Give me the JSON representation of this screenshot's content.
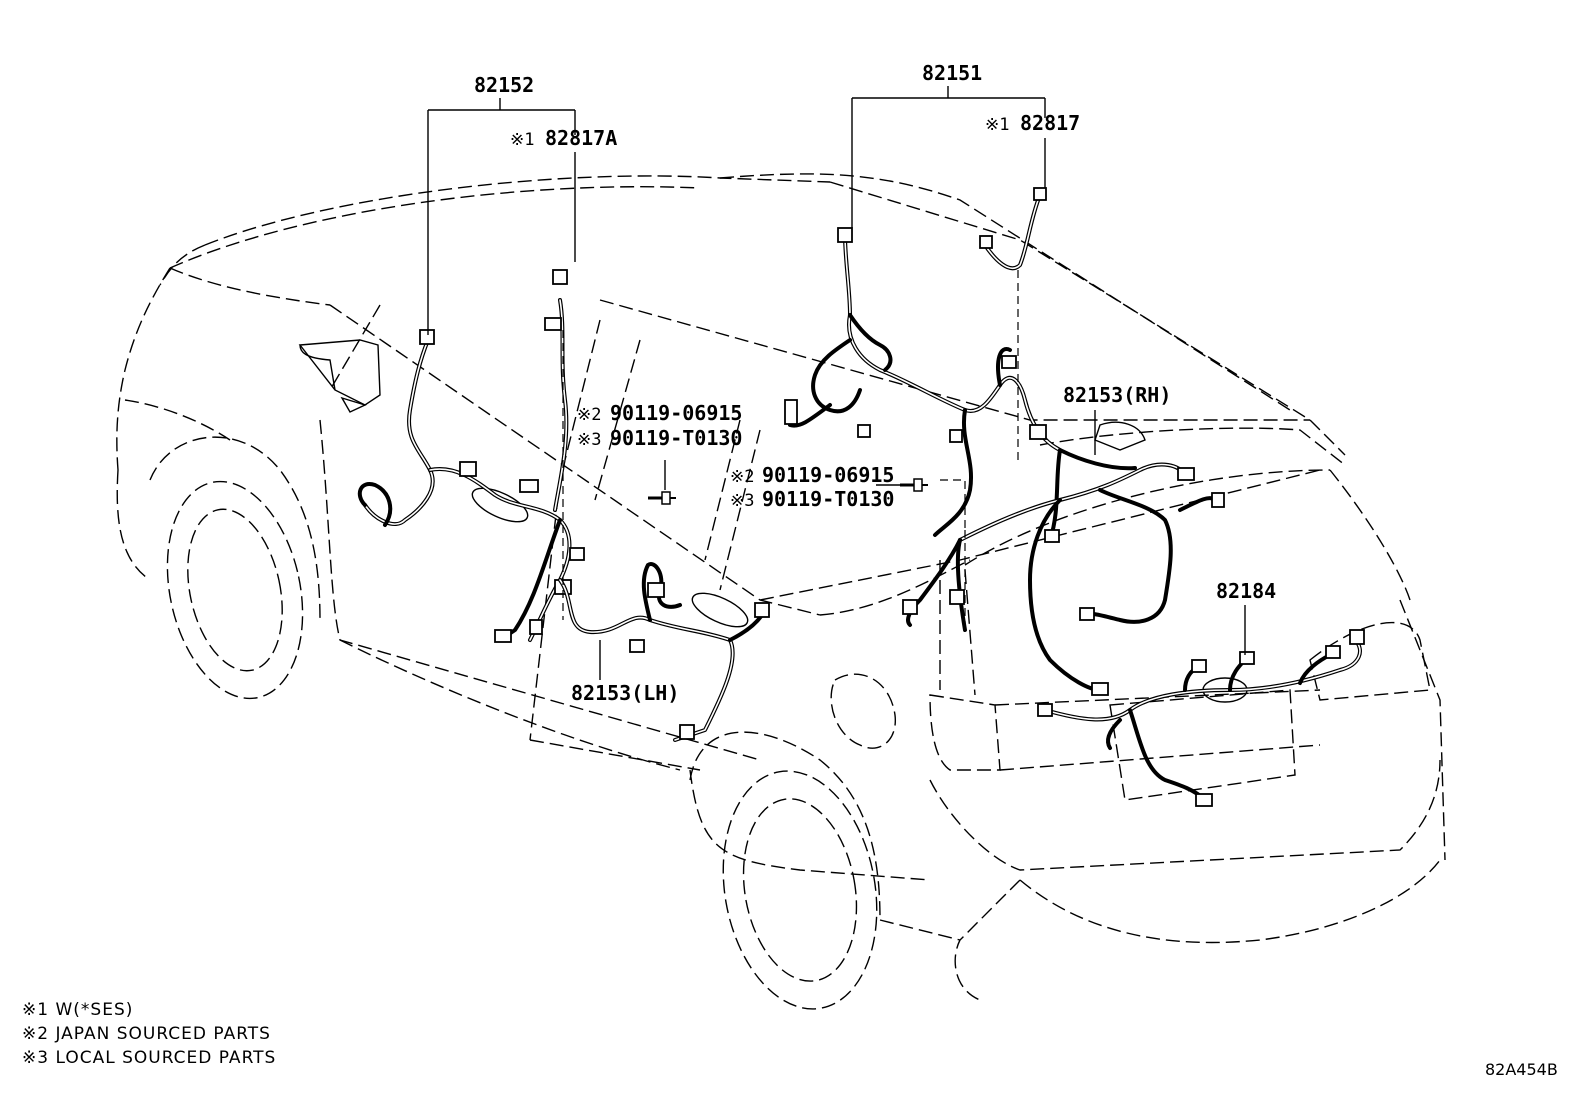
{
  "labels": {
    "p82152": "82152",
    "p82151": "82151",
    "p82817a_mark": "※1",
    "p82817a": "82817A",
    "p82817_mark": "※1",
    "p82817": "82817",
    "p82153rh": "82153(RH)",
    "p82153lh": "82153(LH)",
    "p82184": "82184",
    "left_bolt_mark1": "※2",
    "left_bolt_part1": "90119-06915",
    "left_bolt_mark2": "※3",
    "left_bolt_part2": "90119-T0130",
    "center_bolt_mark1": "※2",
    "center_bolt_part1": "90119-06915",
    "center_bolt_mark2": "※3",
    "center_bolt_part2": "90119-T0130"
  },
  "notes": [
    "※1  W(*SES)",
    "※2  JAPAN SOURCED PARTS",
    "※3  LOCAL SOURCED PARTS"
  ],
  "diagram_code": "82A454B"
}
